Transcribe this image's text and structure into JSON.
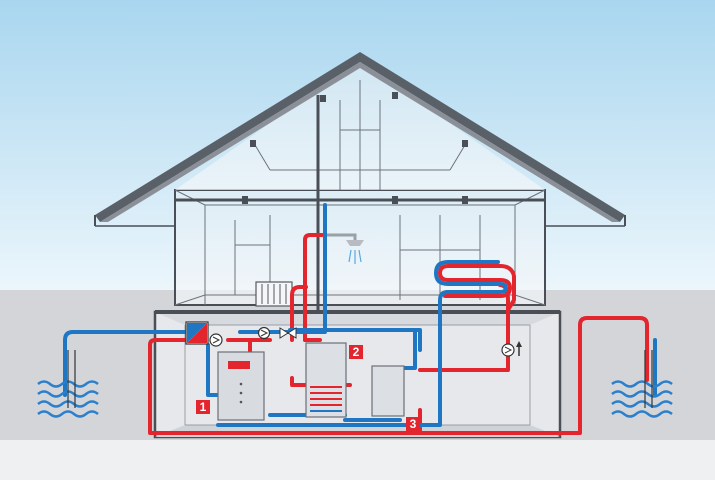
{
  "badges": [
    {
      "id": "heat-pump",
      "label": "1"
    },
    {
      "id": "hot-water-tank",
      "label": "2"
    },
    {
      "id": "buffer-tank",
      "label": "3"
    }
  ],
  "colors": {
    "sky_top": "#a9d6ef",
    "sky_bottom": "#e7f4fb",
    "ground": "#d3d5d9",
    "supply_pipe": "#e3262e",
    "return_pipe": "#1f77c4",
    "house_line": "#4a4f57",
    "glass": "#dfe8ee",
    "badge": "#e3262e",
    "water_waves": "#2b7fcb"
  },
  "icons": [
    "shower-head-icon",
    "radiator-icon",
    "pump-icon",
    "valve-icon",
    "heat-exchanger-icon",
    "up-arrow-icon",
    "underfloor-heating-icon"
  ]
}
